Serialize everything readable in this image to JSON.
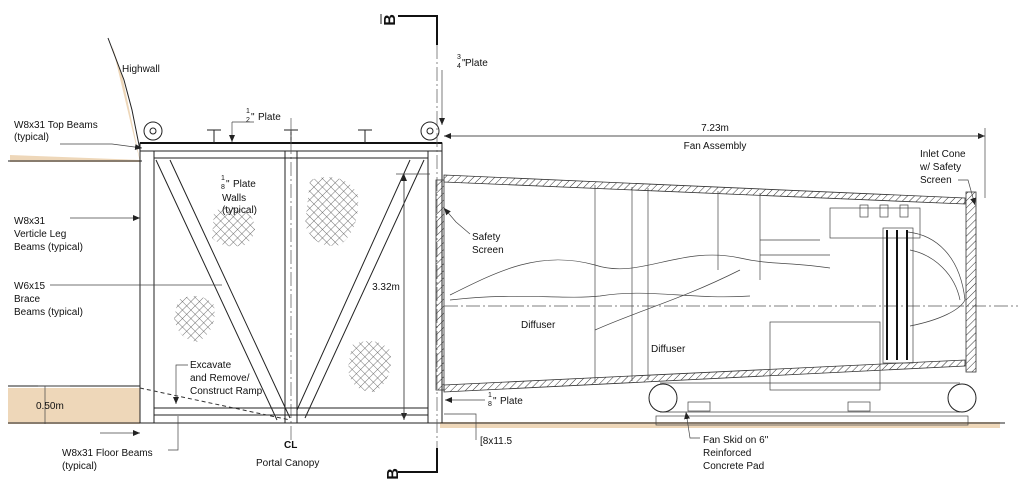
{
  "labels": {
    "section_top": "B",
    "section_bottom": "B",
    "highwall": "Highwall",
    "three_quarter_plate": "Plate",
    "three_quarter_frac_num": "3",
    "three_quarter_frac_den": "4",
    "half_plate": "Plate",
    "half_frac_num": "1",
    "half_frac_den": "2",
    "top_beams_1": "W8x31 Top Beams",
    "top_beams_2": "(typical)",
    "plate_walls_1": "Plate",
    "plate_walls_2": "Walls",
    "plate_walls_3": "(typical)",
    "plate_walls_frac_num": "1",
    "plate_walls_frac_den": "8",
    "vert_leg_1": "W8x31",
    "vert_leg_2": "Verticle Leg",
    "vert_leg_3": "Beams (typical)",
    "brace_1": "W6x15",
    "brace_2": "Brace",
    "brace_3": "Beams (typical)",
    "excavate_1": "Excavate",
    "excavate_2": "and Remove/",
    "excavate_3": "Construct Ramp",
    "floor_beams_1": "W8x31 Floor Beams",
    "floor_beams_2": "(typical)",
    "centerline": "CL",
    "portal_canopy": "Portal Canopy",
    "eighth_plate": "Plate",
    "eighth_frac_num": "1",
    "eighth_frac_den": "8",
    "channel": "[8x11.5",
    "safety_screen_1": "Safety",
    "safety_screen_2": "Screen",
    "diffuser_1": "Diffuser",
    "diffuser_2": "Diffuser",
    "inlet_cone_1": "Inlet Cone",
    "inlet_cone_2": "w/ Safety",
    "inlet_cone_3": "Screen",
    "fan_skid_1": "Fan Skid on 6\"",
    "fan_skid_2": "Reinforced",
    "fan_skid_3": "Concrete Pad"
  },
  "dimensions": {
    "fan_length": "7.23m",
    "fan_assembly": "Fan Assembly",
    "canopy_height": "3.32m",
    "ramp_depth": "0.50m"
  }
}
